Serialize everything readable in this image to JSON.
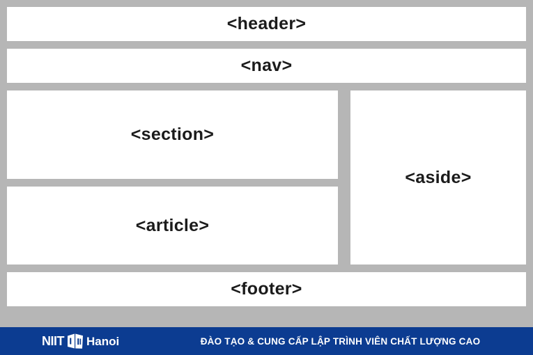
{
  "page": {
    "background_color": "#b6b6b6",
    "label_color": "#1b1b1b"
  },
  "layout_blocks": [
    {
      "name": "header",
      "label": "<header>"
    },
    {
      "name": "nav",
      "label": "<nav>"
    },
    {
      "name": "section",
      "label": "<section>"
    },
    {
      "name": "article",
      "label": "<article>"
    },
    {
      "name": "aside",
      "label": "<aside>"
    },
    {
      "name": "footer",
      "label": "<footer>"
    }
  ],
  "brand_bar": {
    "background_color": "#0c3c91",
    "text_color": "#ffffff",
    "logo": {
      "primary": "NIIT",
      "mark_icon": "niit-book-pages-icon",
      "secondary": "Hanoi"
    },
    "tagline": "ĐÀO TẠO & CUNG CẤP LẬP TRÌNH VIÊN CHẤT LƯỢNG CAO"
  }
}
